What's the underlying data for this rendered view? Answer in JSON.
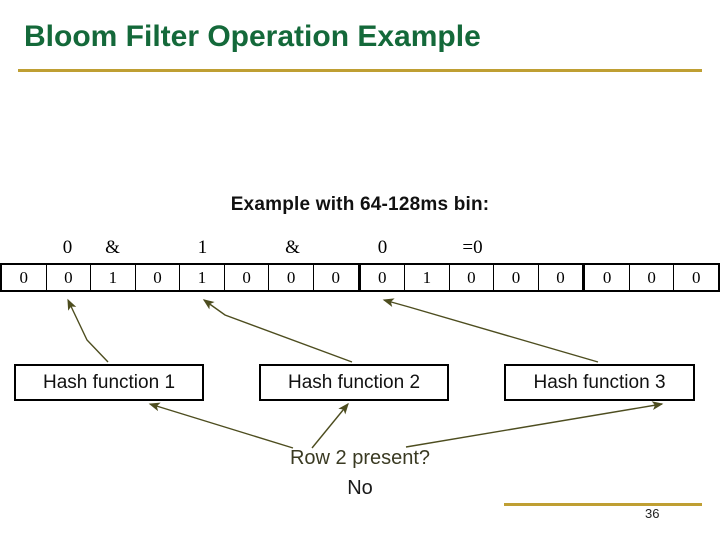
{
  "slide": {
    "title": "Bloom Filter Operation Example",
    "page_number": "36",
    "title_color": "#14693a",
    "rule_color": "#bf9f33",
    "background": "#ffffff"
  },
  "diagram": {
    "caption": "Example with 64-128ms bin:",
    "bit_array": {
      "name": "bloom-filter-bit-array",
      "cells": [
        "0",
        "0",
        "1",
        "0",
        "1",
        "0",
        "0",
        "0",
        "0",
        "1",
        "0",
        "0",
        "0",
        "0",
        "0",
        "0"
      ],
      "count": 16,
      "probed_indices": [
        1,
        4,
        8
      ]
    },
    "expression": {
      "items": [
        {
          "text": "0",
          "kind": "bit-value",
          "cell_index": 1
        },
        {
          "text": "&",
          "kind": "operator",
          "cell_index": 2
        },
        {
          "text": "1",
          "kind": "bit-value",
          "cell_index": 4
        },
        {
          "text": "&",
          "kind": "operator",
          "cell_index": 6
        },
        {
          "text": "0",
          "kind": "bit-value",
          "cell_index": 8
        },
        {
          "text": "=0",
          "kind": "result",
          "cell_index": 10
        }
      ],
      "full": "0 & 1 & 0 =0"
    },
    "hash_boxes": [
      {
        "label": "Hash function 1",
        "target_cell": 1
      },
      {
        "label": "Hash function 2",
        "target_cell": 4
      },
      {
        "label": "Hash function 3",
        "target_cell": 8
      }
    ],
    "query": {
      "question": "Row 2 present?",
      "answer": "No"
    },
    "arrow_color": "#4d4d1f"
  }
}
